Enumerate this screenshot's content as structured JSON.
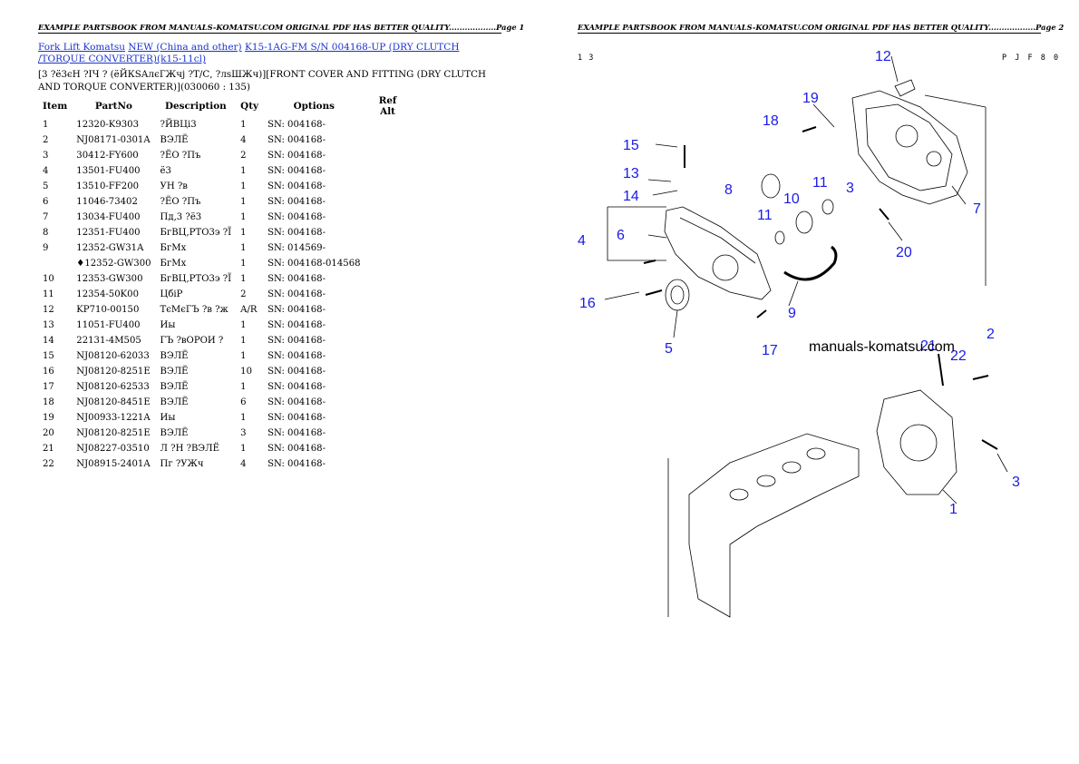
{
  "page1": {
    "header": "EXAMPLE PARTSBOOK FROM MANUALS-KOMATSU.COM ORIGINAL PDF HAS BETTER QUALITY..................Page 1",
    "breadcrumb": {
      "link1": "Fork Lift Komatsu",
      "link2": "NEW (China and other)",
      "link3": "K15-1AG-FM S/N 004168-UP (DRY CLUTCH /TORQUE CONVERTER)(k15-11cl)"
    },
    "description": "[3 ?ё3єН ?ІЧ ? (ёЙКSАлєГЖчј ?Т/С, ?лsШЖч)][FRONT COVER AND FITTING (DRY CLUTCH AND TORQUE CONVERTER)](030060 : 135)",
    "columns": [
      "Item",
      "PartNo",
      "Description",
      "Qty",
      "Options",
      "Ref Alt"
    ],
    "rows": [
      {
        "item": "1",
        "part": "12320-K9303",
        "desc": "?ЙВЦі3",
        "qty": "1",
        "opt": "SN: 004168-"
      },
      {
        "item": "2",
        "part": "NJ08171-0301A",
        "desc": "ВЭЛЁ",
        "qty": "4",
        "opt": "SN: 004168-"
      },
      {
        "item": "3",
        "part": "30412-FY600",
        "desc": "?ЁО ?Пъ",
        "qty": "2",
        "opt": "SN: 004168-"
      },
      {
        "item": "4",
        "part": "13501-FU400",
        "desc": "ё3",
        "qty": "1",
        "opt": "SN: 004168-"
      },
      {
        "item": "5",
        "part": "13510-FF200",
        "desc": "УН ?в",
        "qty": "1",
        "opt": "SN: 004168-"
      },
      {
        "item": "6",
        "part": "11046-73402",
        "desc": "?ЁО ?Пъ",
        "qty": "1",
        "opt": "SN: 004168-"
      },
      {
        "item": "7",
        "part": "13034-FU400",
        "desc": "Пд,3 ?ё3",
        "qty": "1",
        "opt": "SN: 004168-"
      },
      {
        "item": "8",
        "part": "12351-FU400",
        "desc": "БгВЦ,РТО3э ?Ї",
        "qty": "1",
        "opt": "SN: 004168-"
      },
      {
        "item": "9",
        "part": "12352-GW31A",
        "desc": "БгМх",
        "qty": "1",
        "opt": "SN: 014569-"
      },
      {
        "item": "",
        "part": "♦12352-GW300",
        "desc": "БгМх",
        "qty": "1",
        "opt": "SN: 004168-014568"
      },
      {
        "item": "10",
        "part": "12353-GW300",
        "desc": "БгВЦ,РТО3э ?Ї",
        "qty": "1",
        "opt": "SN: 004168-"
      },
      {
        "item": "11",
        "part": "12354-50K00",
        "desc": "ЦбіР",
        "qty": "2",
        "opt": "SN: 004168-"
      },
      {
        "item": "12",
        "part": "KP710-00150",
        "desc": "ТєМєГЪ ?в ?ж",
        "qty": "A/R",
        "opt": "SN: 004168-"
      },
      {
        "item": "13",
        "part": "11051-FU400",
        "desc": "Иы",
        "qty": "1",
        "opt": "SN: 004168-"
      },
      {
        "item": "14",
        "part": "22131-4M505",
        "desc": "ГЪ ?вОРОИ ?",
        "qty": "1",
        "opt": "SN: 004168-"
      },
      {
        "item": "15",
        "part": "NJ08120-62033",
        "desc": "ВЭЛЁ",
        "qty": "1",
        "opt": "SN: 004168-"
      },
      {
        "item": "16",
        "part": "NJ08120-8251E",
        "desc": "ВЭЛЁ",
        "qty": "10",
        "opt": "SN: 004168-"
      },
      {
        "item": "17",
        "part": "NJ08120-62533",
        "desc": "ВЭЛЁ",
        "qty": "1",
        "opt": "SN: 004168-"
      },
      {
        "item": "18",
        "part": "NJ08120-8451E",
        "desc": "ВЭЛЁ",
        "qty": "6",
        "opt": "SN: 004168-"
      },
      {
        "item": "19",
        "part": "NJ00933-1221A",
        "desc": "Иы",
        "qty": "1",
        "opt": "SN: 004168-"
      },
      {
        "item": "20",
        "part": "NJ08120-8251E",
        "desc": "ВЭЛЁ",
        "qty": "3",
        "opt": "SN: 004168-"
      },
      {
        "item": "21",
        "part": "NJ08227-03510",
        "desc": "Л ?Н ?ВЭЛЁ",
        "qty": "1",
        "opt": "SN: 004168-"
      },
      {
        "item": "22",
        "part": "NJ08915-2401A",
        "desc": "Пг ?УЖч",
        "qty": "4",
        "opt": "SN: 004168-"
      }
    ]
  },
  "page2": {
    "header": "EXAMPLE PARTSBOOK FROM MANUALS-KOMATSU.COM ORIGINAL PDF HAS BETTER QUALITY..................Page 2",
    "code_left": "1 3",
    "code_right": "P J F 8 0",
    "watermark": "manuals-komatsu.com",
    "callouts": [
      "1",
      "2",
      "3",
      "4",
      "5",
      "6",
      "7",
      "8",
      "9",
      "10",
      "11",
      "11",
      "12",
      "13",
      "14",
      "15",
      "16",
      "17",
      "18",
      "19",
      "20",
      "21",
      "22",
      "3"
    ]
  }
}
